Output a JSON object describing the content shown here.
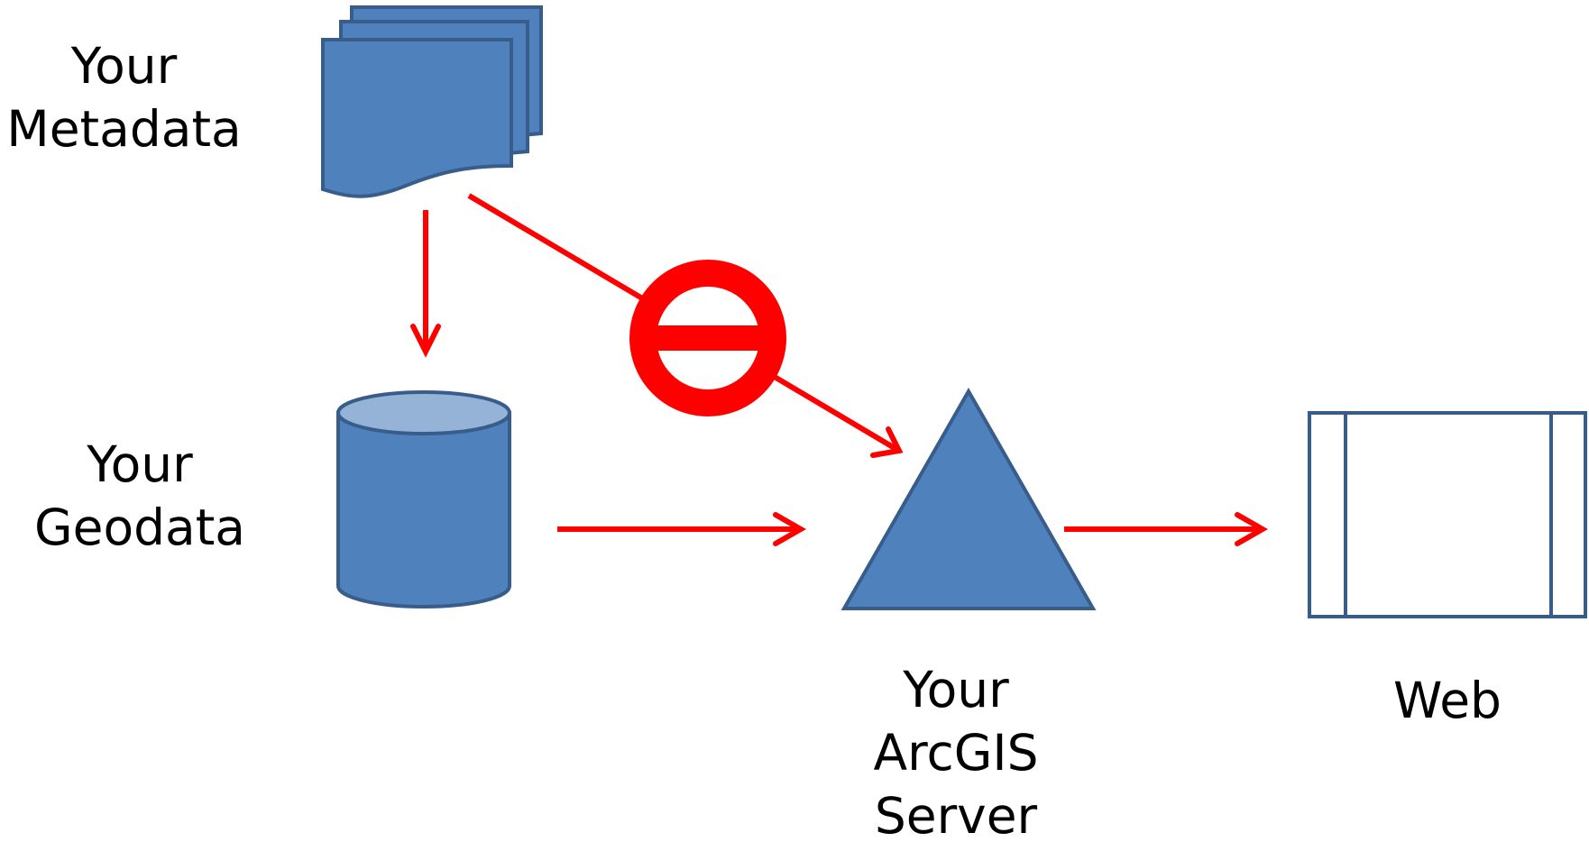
{
  "labels": {
    "metadata": {
      "line1": "Your",
      "line2": "Metadata"
    },
    "geodata": {
      "line1": "Your",
      "line2": "Geodata"
    },
    "server": {
      "line1": "Your",
      "line2": "ArcGIS",
      "line3": "Server"
    },
    "web": {
      "line1": "Web"
    }
  },
  "icons": {
    "metadata": "document-stack-icon",
    "geodata": "database-cylinder-icon",
    "server": "triangle-server-icon",
    "web": "web-page-icon",
    "blocked": "no-entry-icon"
  },
  "colors": {
    "shape_fill": "#4f81bd",
    "shape_stroke": "#385d8a",
    "cylinder_top": "#95b3d7",
    "arrow": "#ff0000",
    "no_entry": "#ff0000"
  }
}
